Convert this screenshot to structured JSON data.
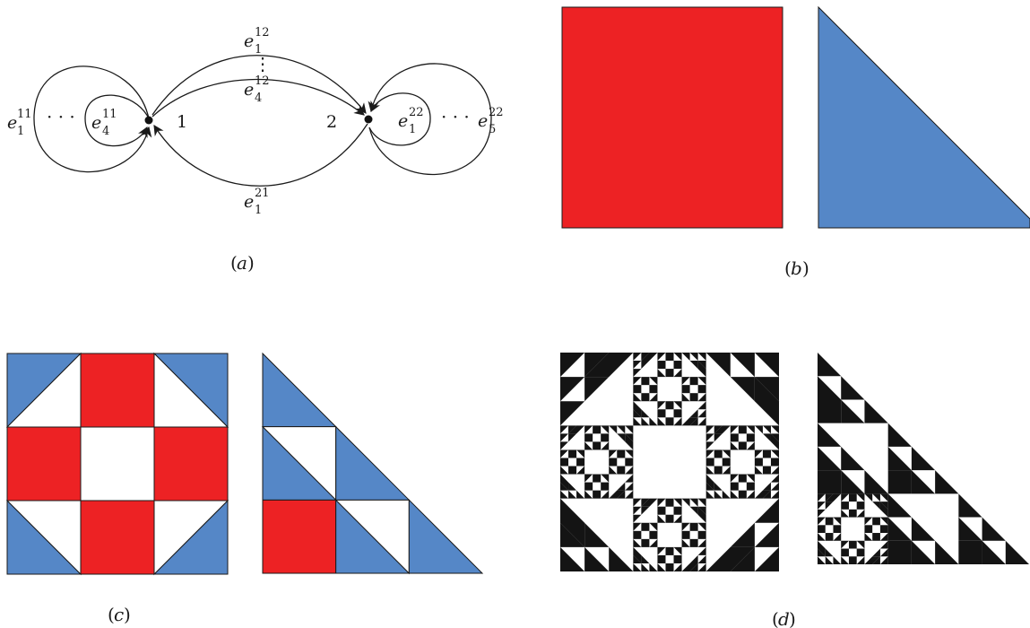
{
  "colors": {
    "red": "#ed2224",
    "blue": "#5587c7",
    "black": "#141414",
    "outline": "#1a1a1a"
  },
  "panel_a": {
    "caption": {
      "open": "(",
      "letter": "a",
      "close": ")"
    },
    "vertex_labels": {
      "v1": "1",
      "v2": "2"
    },
    "edges": {
      "e11_outer": {
        "base": "e",
        "sub": "1",
        "sup": "11"
      },
      "e11_inner": {
        "base": "e",
        "sub": "4",
        "sup": "11"
      },
      "e12_top": {
        "base": "e",
        "sub": "1",
        "sup": "12"
      },
      "e12_bot": {
        "base": "e",
        "sub": "4",
        "sup": "12"
      },
      "e21": {
        "base": "e",
        "sub": "1",
        "sup": "21"
      },
      "e22_inner": {
        "base": "e",
        "sub": "1",
        "sup": "22"
      },
      "e22_outer": {
        "base": "e",
        "sub": "5",
        "sup": "22"
      }
    },
    "ellipsis_h": "· · ·",
    "ellipsis_v": "⋮"
  },
  "panel_b": {
    "caption": {
      "open": "(",
      "letter": "b",
      "close": ")"
    }
  },
  "panel_c": {
    "caption": {
      "open": "(",
      "letter": "c",
      "close": ")"
    }
  },
  "panel_d": {
    "caption": {
      "open": "(",
      "letter": "d",
      "close": ")"
    },
    "fractal_depth": 3
  }
}
